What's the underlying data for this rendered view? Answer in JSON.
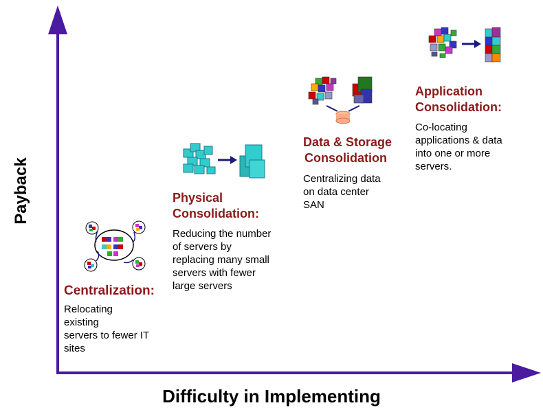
{
  "axes": {
    "x_label": "Difficulty in Implementing",
    "y_label": "Payback",
    "color": "#4a1aa0"
  },
  "stages": [
    {
      "title": "Centralization:",
      "description_lines": [
        "Relocating",
        "existing",
        "servers to fewer IT",
        "sites"
      ],
      "icon": "centralization-servers-icon"
    },
    {
      "title_lines": [
        "Physical",
        "Consolidation:"
      ],
      "description_lines": [
        "Reducing the number",
        "of servers by",
        "replacing many small",
        "servers with fewer",
        "large servers"
      ],
      "icon": "physical-consolidation-icon"
    },
    {
      "title_lines": [
        "Data & Storage",
        "Consolidation"
      ],
      "description_lines": [
        "Centralizing data",
        "on data center",
        "SAN"
      ],
      "icon": "storage-consolidation-icon"
    },
    {
      "title_lines": [
        "Application",
        "Consolidation:"
      ],
      "description_lines": [
        "Co-locating",
        "applications & data",
        "into one or more",
        "servers."
      ],
      "icon": "application-consolidation-icon"
    }
  ],
  "colors": {
    "title": "#8b1a1a",
    "axis": "#4a1aa0",
    "cyan": "#33cccc",
    "arrow": "#1a1a80"
  }
}
